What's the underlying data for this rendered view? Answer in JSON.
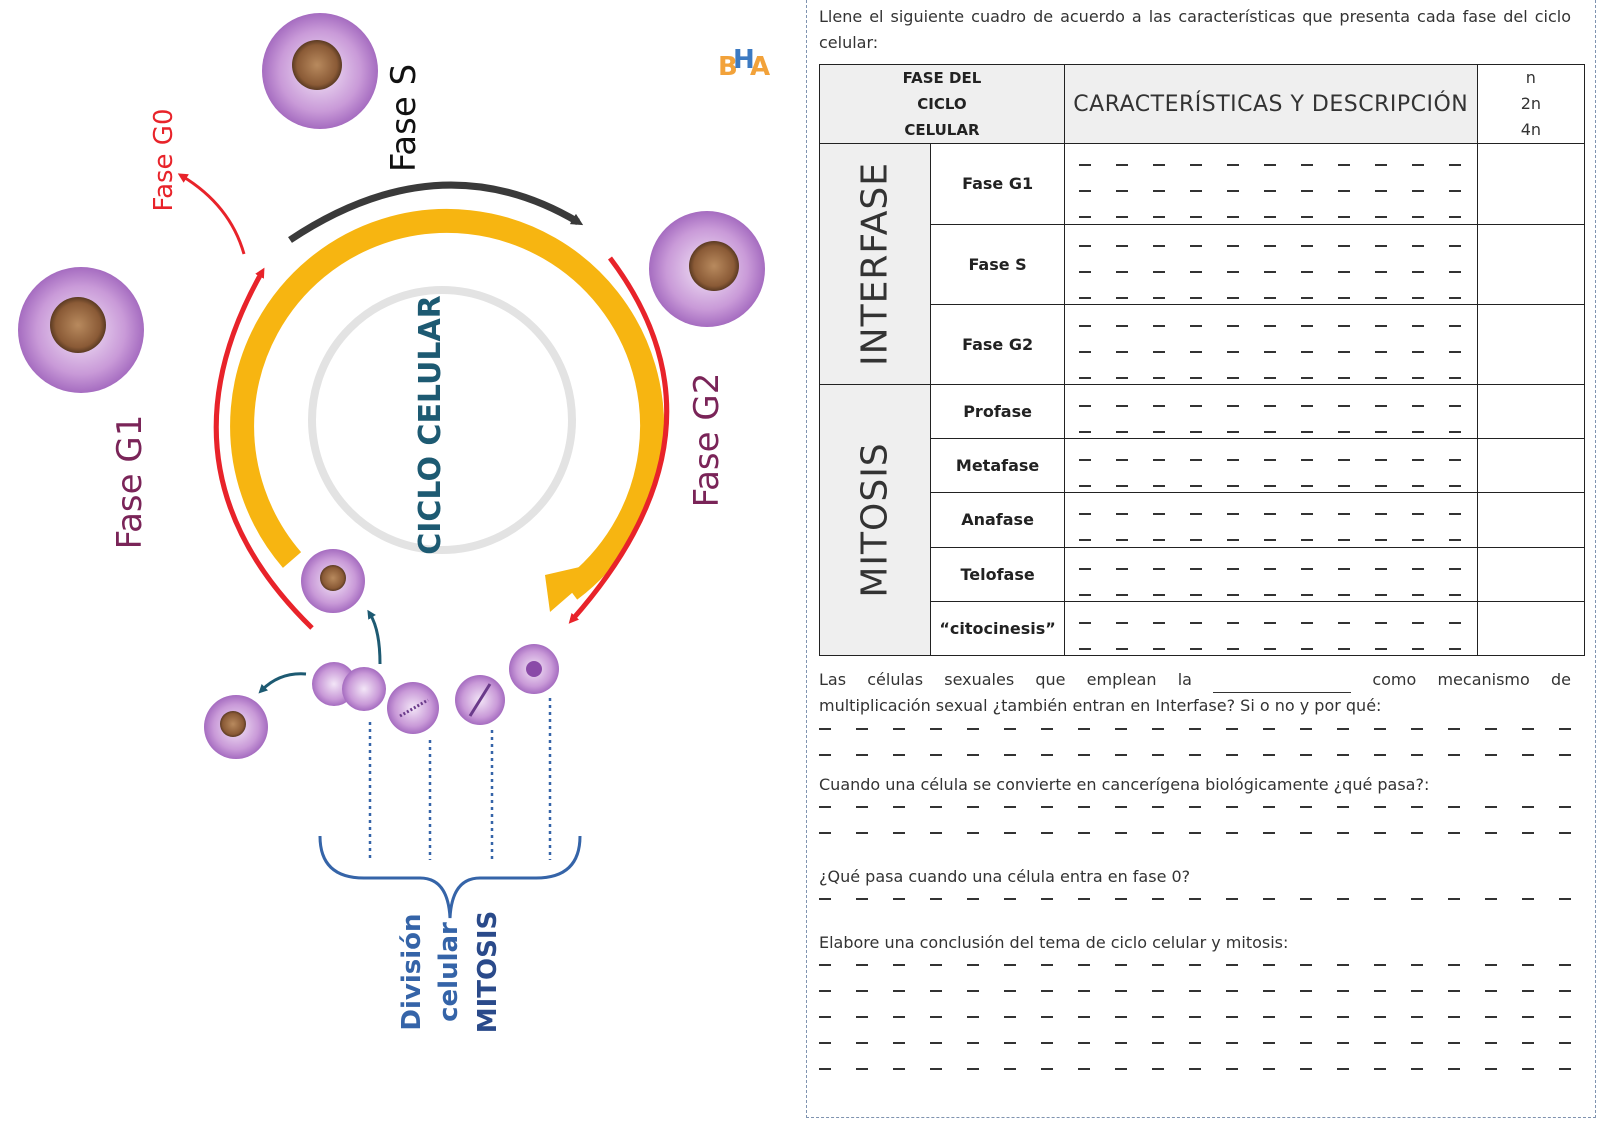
{
  "diagram": {
    "center_label": "CICLO CELULAR",
    "label_fase_s": "Fase S",
    "label_fase_g0": "Fase G0",
    "label_fase_g1": "Fase G1",
    "label_fase_g2": "Fase G2",
    "division_line1": "División",
    "division_line2": "celular",
    "division_line3": "MITOSIS",
    "logo_letter1": "B",
    "logo_letter2": "H",
    "logo_letter3": "A"
  },
  "worksheet": {
    "intro": "Llene el siguiente cuadro de acuerdo a las características que presenta cada fase del ciclo celular:",
    "table": {
      "header_phase_line1": "FASE DEL",
      "header_phase_line2": "CICLO",
      "header_phase_line3": "CELULAR",
      "header_characteristics": "CARACTERÍSTICAS Y DESCRIPCIÓN",
      "header_n1": "n",
      "header_n2": "2n",
      "header_n3": "4n",
      "group_interfase": "INTERFASE",
      "group_mitosis": "MITOSIS",
      "rows": [
        "Fase G1",
        "Fase S",
        "Fase G2",
        "Profase",
        "Metafase",
        "Anafase",
        "Telofase",
        "“citocinesis”"
      ]
    },
    "q1_part1": "Las células sexuales que emplean la",
    "q1_part2": "como mecanismo de",
    "q1_line2": "multiplicación sexual ¿también entran en Interfase? Si o no y por qué:",
    "q2": "Cuando una célula se convierte en cancerígena biológicamente ¿qué pasa?:",
    "q3": "¿Qué pasa cuando una célula entra en fase 0?",
    "q4": "Elabore una conclusión del tema de ciclo celular y mitosis:"
  }
}
